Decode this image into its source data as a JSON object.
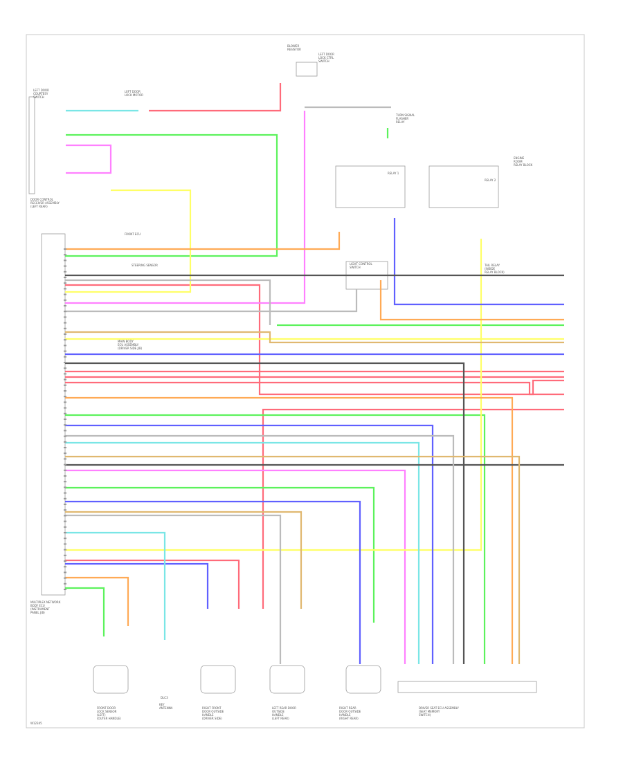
{
  "diagram": {
    "footer_code": "W12345",
    "components": {
      "blower_unit": {
        "lines": [
          "BLOWER",
          "RESISTOR"
        ]
      },
      "left_door_sw": {
        "lines": [
          "LEFT DOOR",
          "COURTESY",
          "SWITCH"
        ]
      },
      "door_lock": {
        "lines": [
          "LEFT DOOR",
          "LOCK MOTOR"
        ]
      },
      "left_door_body": {
        "lines": [
          "LEFT DOOR",
          "LOCK CTRL",
          "SWITCH"
        ]
      },
      "ecu_top": {
        "lines": [
          "DOOR CONTROL",
          "RECEIVER ASSEMBLY",
          "(LEFT REAR)"
        ]
      },
      "ecu_main": {
        "lines": [
          "MULTIPLEX NETWORK",
          "BODY ECU",
          "(INSTRUMENT",
          "PANEL J/B)"
        ]
      },
      "turn_relay": {
        "lines": [
          "TURN SIGNAL",
          "FLASHER",
          "RELAY"
        ]
      },
      "rear_ecu": {
        "lines": [
          "ENGINE",
          "ROOM",
          "RELAY BLOCK"
        ]
      },
      "relay_1": {
        "lines": [
          "RELAY 1"
        ]
      },
      "relay_2": {
        "lines": [
          "RELAY 2"
        ]
      },
      "left_lamp": {
        "lines": [
          "LIGHT CONTROL",
          "SWITCH"
        ]
      },
      "right_lamp": {
        "lines": [
          "TAIL RELAY",
          "(INSIDE",
          "RELAY BLOCK)"
        ]
      },
      "mid_ecu": {
        "lines": [
          "FRONT ECU"
        ]
      },
      "steering_sensor": {
        "lines": [
          "STEERING SENSOR"
        ]
      },
      "dlc": {
        "lines": [
          "DLC3"
        ]
      },
      "main_ecu_bottom": {
        "lines": [
          "MAIN BODY",
          "ECU ASSEMBLY",
          "(DRIVER SIDE J/B)"
        ]
      },
      "sensor_lf": {
        "lines": [
          "FRONT DOOR",
          "LOCK SENSOR",
          "(LEFT)",
          "(OUTER HANDLE)"
        ]
      },
      "sensor_antenna": {
        "lines": [
          "KEY",
          "ANTENNA"
        ]
      },
      "sensor_rf": {
        "lines": [
          "RIGHT FRONT",
          "DOOR OUTSIDE",
          "HANDLE",
          "(DRIVER SIDE)"
        ]
      },
      "sensor_lr": {
        "lines": [
          "LEFT REAR DOOR",
          "OUTSIDE",
          "HANDLE",
          "(LEFT REAR)"
        ]
      },
      "sensor_rr": {
        "lines": [
          "RIGHT REAR",
          "DOOR OUTSIDE",
          "HANDLE",
          "(RIGHT REAR)"
        ]
      },
      "connector_block": {
        "lines": [
          "DRIVER SEAT ECU ASSEMBLY",
          "(SEAT MEMORY",
          "SWITCH)"
        ]
      }
    },
    "wire_colors": {
      "red": "#ff6b7a",
      "pink": "#ff80ff",
      "green": "#5cf25c",
      "yellow": "#ffff66",
      "blue": "#6060ff",
      "cyan": "#7ae6e6",
      "orange": "#ffaa55",
      "black": "#555555",
      "gray": "#bbbbbb",
      "tan": "#e0b870"
    }
  }
}
